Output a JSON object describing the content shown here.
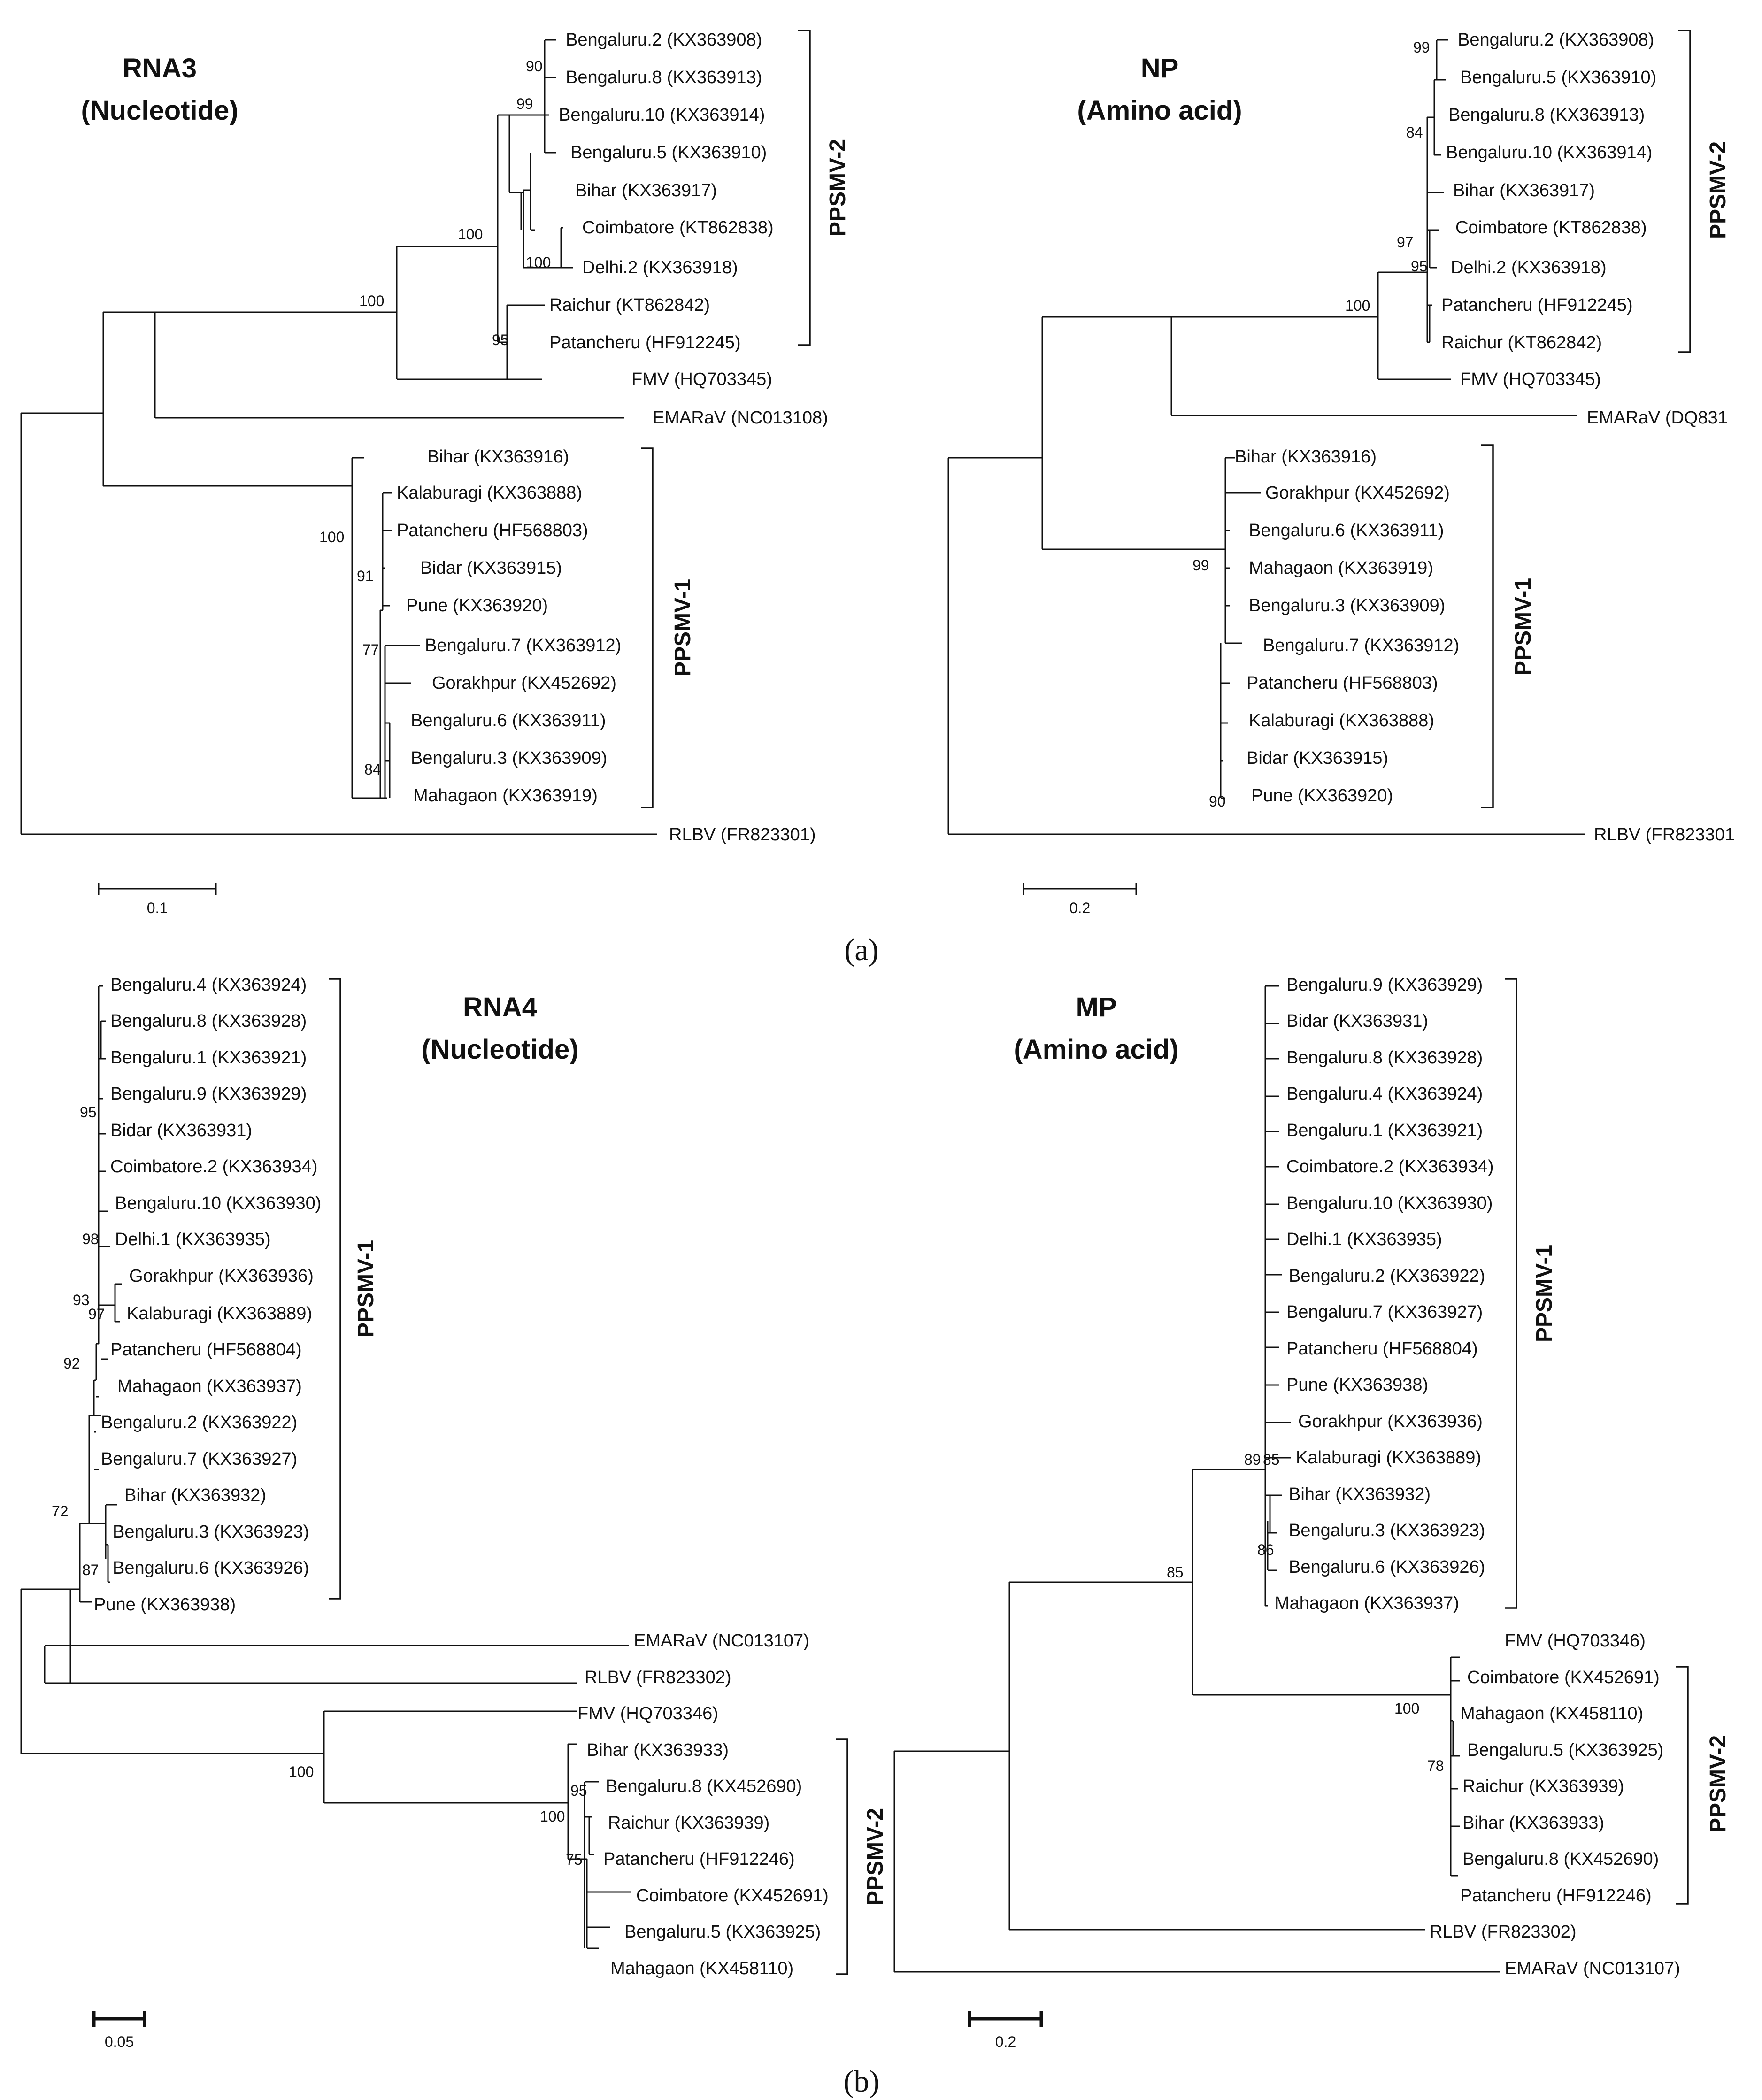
{
  "panel_labels": {
    "a": "(a)",
    "b": "(b)"
  },
  "trees": {
    "rna3": {
      "title": [
        "RNA3",
        "(Nucleotide)"
      ],
      "scale_label": "0.1",
      "clades": {
        "ppsmv2": "PPSMV-2",
        "ppsmv1": "PPSMV-1"
      },
      "leaves": {
        "b2": "Bengaluru.2 (KX363908)",
        "b8": "Bengaluru.8 (KX363913)",
        "b10": "Bengaluru.10 (KX363914)",
        "b5": "Bengaluru.5 (KX363910)",
        "bihar2": "Bihar (KX363917)",
        "coim": "Coimbatore (KT862838)",
        "delhi2": "Delhi.2 (KX363918)",
        "raichur": "Raichur (KT862842)",
        "patan2": "Patancheru (HF912245)",
        "fmv": "FMV (HQ703345)",
        "emarav": "EMARaV (NC013108)",
        "bihar1": "Bihar (KX363916)",
        "kalab": "Kalaburagi (KX363888)",
        "patan1": "Patancheru (HF568803)",
        "bidar": "Bidar (KX363915)",
        "pune": "Pune (KX363920)",
        "b7": "Bengaluru.7 (KX363912)",
        "gorakh": "Gorakhpur (KX452692)",
        "b6": "Bengaluru.6 (KX363911)",
        "b3": "Bengaluru.3 (KX363909)",
        "mahag": "Mahagaon (KX363919)",
        "rlbv": "RLBV (FR823301)"
      },
      "bootstrap": {
        "n90": "90",
        "n99": "99",
        "n100a": "100",
        "n100b": "100",
        "n100c": "100",
        "n95": "95",
        "n100d": "100",
        "n91": "91",
        "n77": "77",
        "n84": "84"
      }
    },
    "np": {
      "title": [
        "NP",
        "(Amino acid)"
      ],
      "scale_label": "0.2",
      "clades": {
        "ppsmv2": "PPSMV-2",
        "ppsmv1": "PPSMV-1"
      },
      "leaves": {
        "b2": "Bengaluru.2 (KX363908)",
        "b5": "Bengaluru.5 (KX363910)",
        "b8": "Bengaluru.8 (KX363913)",
        "b10": "Bengaluru.10 (KX363914)",
        "bihar2": "Bihar (KX363917)",
        "coim": "Coimbatore (KT862838)",
        "delhi2": "Delhi.2 (KX363918)",
        "patan2": "Patancheru (HF912245)",
        "raichur": "Raichur (KT862842)",
        "fmv": "FMV (HQ703345)",
        "emarav": "EMARaV (DQ831",
        "bihar1": "Bihar (KX363916)",
        "gorakh": "Gorakhpur (KX452692)",
        "b6": "Bengaluru.6 (KX363911)",
        "mahag": "Mahagaon (KX363919)",
        "b3": "Bengaluru.3 (KX363909)",
        "b7": "Bengaluru.7 (KX363912)",
        "patan1": "Patancheru (HF568803)",
        "kalab": "Kalaburagi (KX363888)",
        "bidar": "Bidar (KX363915)",
        "pune": "Pune (KX363920)",
        "rlbv": "RLBV (FR823301"
      },
      "bootstrap": {
        "n99": "99",
        "n84": "84",
        "n97": "97",
        "n95": "95",
        "n100": "100",
        "n99b": "99",
        "n90": "90"
      }
    },
    "rna4": {
      "title": [
        "RNA4",
        "(Nucleotide)"
      ],
      "scale_label": "0.05",
      "clades": {
        "ppsmv1": "PPSMV-1",
        "ppsmv2": "PPSMV-2"
      },
      "leaves": {
        "b4": "Bengaluru.4 (KX363924)",
        "b8": "Bengaluru.8 (KX363928)",
        "b1": "Bengaluru.1 (KX363921)",
        "b9": "Bengaluru.9 (KX363929)",
        "bidar": "Bidar (KX363931)",
        "coim2": "Coimbatore.2 (KX363934)",
        "b10": "Bengaluru.10 (KX363930)",
        "delhi1": "Delhi.1 (KX363935)",
        "gorakh": "Gorakhpur (KX363936)",
        "kalab": "Kalaburagi (KX363889)",
        "patan1": "Patancheru (HF568804)",
        "mahag1": "Mahagaon (KX363937)",
        "b2": "Bengaluru.2 (KX363922)",
        "b7": "Bengaluru.7 (KX363927)",
        "bihar1": "Bihar (KX363932)",
        "b3": "Bengaluru.3 (KX363923)",
        "b6": "Bengaluru.6 (KX363926)",
        "pune": "Pune (KX363938)",
        "emarav": "EMARaV (NC013107)",
        "rlbv": "RLBV (FR823302)",
        "fmv": "FMV (HQ703346)",
        "bihar2": "Bihar (KX363933)",
        "b8b": "Bengaluru.8 (KX452690)",
        "raichur": "Raichur (KX363939)",
        "patan2": "Patancheru (HF912246)",
        "coim": "Coimbatore (KX452691)",
        "b5": "Bengaluru.5 (KX363925)",
        "mahag2": "Mahagaon (KX458110)"
      },
      "bootstrap": {
        "n95": "95",
        "n98": "98",
        "n93": "93",
        "n97": "97",
        "n92": "92",
        "n72": "72",
        "n87": "87",
        "n100": "100",
        "n95b": "95",
        "n100b": "100",
        "n75": "75"
      }
    },
    "mp": {
      "title": [
        "MP",
        "(Amino acid)"
      ],
      "scale_label": "0.2",
      "clades": {
        "ppsmv1": "PPSMV-1",
        "ppsmv2": "PPSMV-2"
      },
      "leaves": {
        "b9": "Bengaluru.9 (KX363929)",
        "bidar": "Bidar (KX363931)",
        "b8": "Bengaluru.8 (KX363928)",
        "b4": "Bengaluru.4 (KX363924)",
        "b1": "Bengaluru.1 (KX363921)",
        "coim2": "Coimbatore.2 (KX363934)",
        "b10": "Bengaluru.10 (KX363930)",
        "delhi1": "Delhi.1 (KX363935)",
        "b2": "Bengaluru.2 (KX363922)",
        "b7": "Bengaluru.7 (KX363927)",
        "patan1": "Patancheru (HF568804)",
        "pune": "Pune (KX363938)",
        "gorakh": "Gorakhpur (KX363936)",
        "kalab": "Kalaburagi (KX363889)",
        "bihar1": "Bihar (KX363932)",
        "b3": "Bengaluru.3 (KX363923)",
        "b6": "Bengaluru.6 (KX363926)",
        "mahag1": "Mahagaon (KX363937)",
        "fmv": "FMV (HQ703346)",
        "coim": "Coimbatore (KX452691)",
        "mahag2": "Mahagaon (KX458110)",
        "b5": "Bengaluru.5 (KX363925)",
        "raichur": "Raichur (KX363939)",
        "bihar2": "Bihar (KX363933)",
        "b8b": "Bengaluru.8 (KX452690)",
        "patan2": "Patancheru (HF912246)",
        "rlbv": "RLBV (FR823302)",
        "emarav": "EMARaV (NC013107)"
      },
      "bootstrap": {
        "n89": "89",
        "n85a": "85",
        "n86": "86",
        "n85b": "85",
        "n100": "100",
        "n78": "78"
      }
    }
  }
}
